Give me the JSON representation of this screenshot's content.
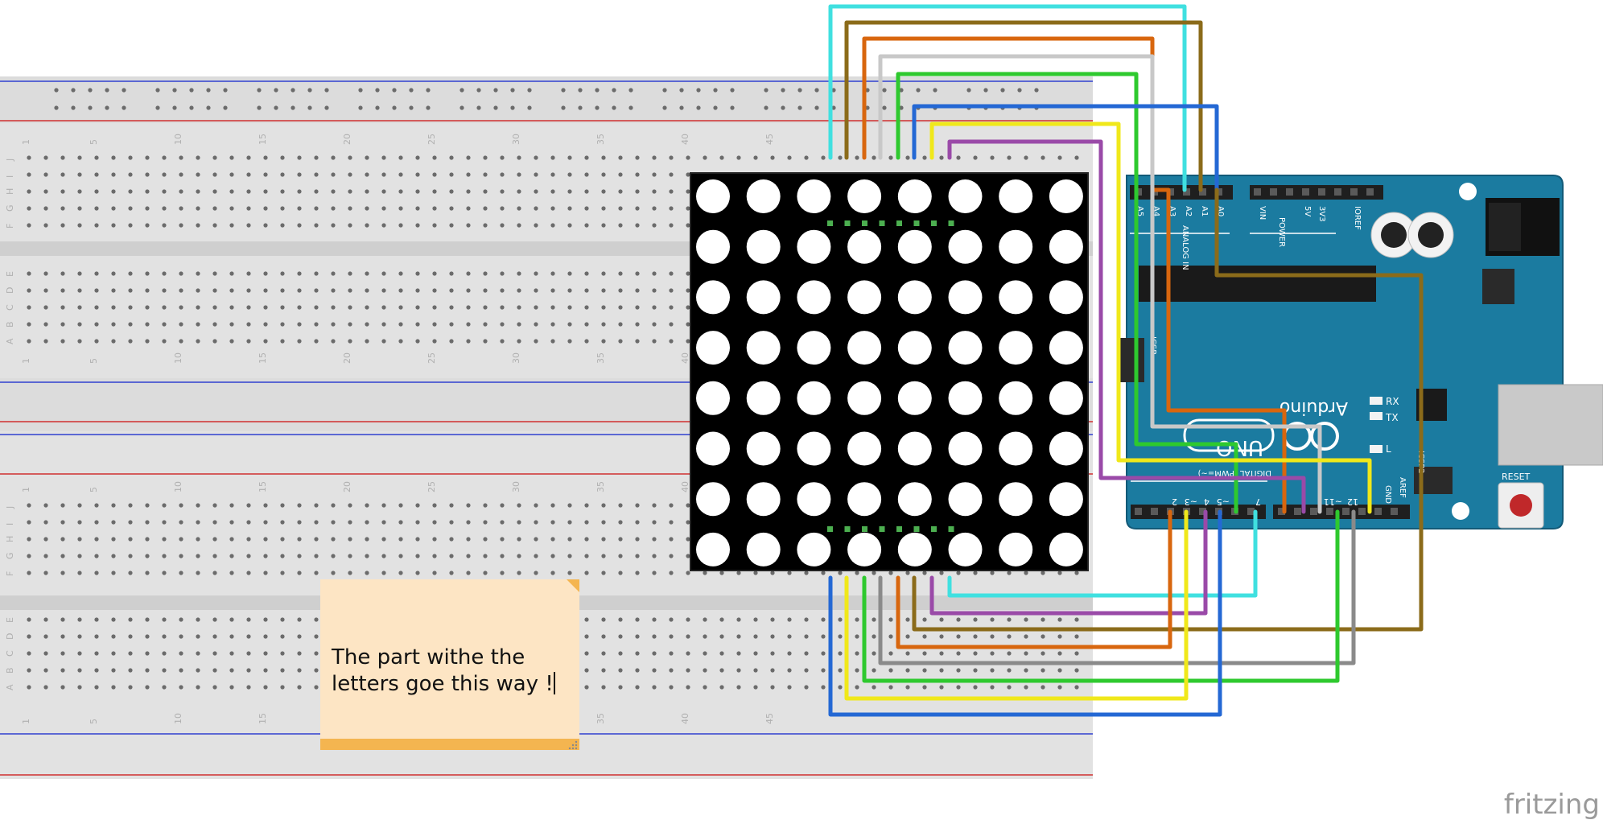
{
  "app": {
    "brand": "fritzing"
  },
  "note": {
    "line1": "The part withe the",
    "line2": "letters goe this way !"
  },
  "arduino": {
    "logo": "Arduino",
    "model": "UNO",
    "labels": {
      "analog_in": "ANALOG IN",
      "power": "POWER",
      "digital": "DIGITAL (PWM=~)",
      "icsp2": "ICSP2",
      "icsp": "ICSP",
      "reset": "RESET",
      "rx": "RX",
      "tx": "TX",
      "l": "L",
      "aref": "AREF",
      "gnd": "GND",
      "ioref": "IOREF",
      "v5": "5V",
      "v33": "3V3",
      "vin": "VIN",
      "a0": "A0",
      "a1": "A1",
      "a2": "A2",
      "a3": "A3",
      "a4": "A4",
      "a5": "A5",
      "d2": "2",
      "d3": "~3",
      "d4": "4",
      "d5": "~5",
      "d7": "7",
      "d11": "~11",
      "d12": "12"
    }
  },
  "breadboard": {
    "row_letters_top": [
      "J",
      "I",
      "H",
      "G",
      "F"
    ],
    "row_letters_bottom": [
      "E",
      "D",
      "C",
      "B",
      "A"
    ],
    "column_numbers": [
      "1",
      "5",
      "10",
      "15",
      "20",
      "25",
      "30",
      "35",
      "40",
      "45"
    ]
  },
  "colors": {
    "board": "#1b7ba0",
    "breadboard": "#e2e2e2",
    "matrix": "#000000",
    "note_bg": "#fde5c4",
    "note_bar": "#f4b550",
    "wire_cyan": "#40e0e0",
    "wire_brown": "#8b6b1a",
    "wire_orange": "#d8660e",
    "wire_white": "#c8c8c8",
    "wire_green": "#2ec92e",
    "wire_blue": "#2468d4",
    "wire_yellow": "#f0e81a",
    "wire_purple": "#9a4aa8",
    "wire_gray": "#8a8a8a",
    "rail_red": "#d03030",
    "rail_blue": "#3040d0"
  }
}
